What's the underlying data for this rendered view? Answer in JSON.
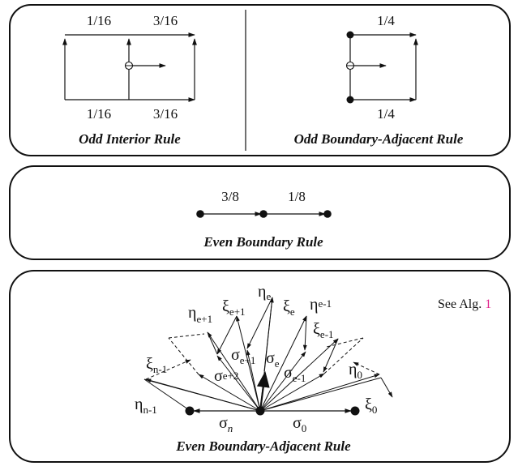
{
  "panels": {
    "odd": {
      "interior": {
        "top_left": "1/16",
        "top_right": "3/16",
        "bottom_left": "1/16",
        "bottom_right": "3/16",
        "caption": "Odd Interior Rule"
      },
      "boundary_adjacent": {
        "top": "1/4",
        "bottom": "1/4",
        "caption": "Odd Boundary-Adjacent Rule"
      }
    },
    "even_boundary": {
      "left": "3/8",
      "right": "1/8",
      "caption": "Even Boundary Rule"
    },
    "even_boundary_adjacent": {
      "note_prefix": "See Alg.",
      "note_ref": "1",
      "note_ref_color": "#e0218a",
      "caption": "Even Boundary-Adjacent Rule",
      "labels": {
        "eta_e": {
          "sym": "η",
          "sub": "e"
        },
        "xi_e1p": {
          "sym": "ξ",
          "sub": "e+1"
        },
        "xi_e": {
          "sym": "ξ",
          "sub": "e"
        },
        "eta_e1m": {
          "sym": "η",
          "sub": "e-1"
        },
        "eta_e1p": {
          "sym": "η",
          "sub": "e+1"
        },
        "xi_e1m": {
          "sym": "ξ",
          "sub": "e-1"
        },
        "xi_n1": {
          "sym": "ξ",
          "sub": "n-1"
        },
        "sigma_e1p": {
          "sym": "σ",
          "sub": "e+1"
        },
        "sigma_e": {
          "sym": "σ",
          "sub": "e"
        },
        "sigma_e2p": {
          "sym": "σ",
          "sub": "e+2"
        },
        "sigma_e1m": {
          "sym": "σ",
          "sub": "e-1"
        },
        "eta_0": {
          "sym": "η",
          "sub": "0"
        },
        "eta_n1": {
          "sym": "η",
          "sub": "n-1"
        },
        "xi_0": {
          "sym": "ξ",
          "sub": "0"
        },
        "sigma_n": {
          "sym": "σ",
          "sub": "n"
        },
        "sigma_0": {
          "sym": "σ",
          "sub": "0"
        }
      }
    }
  }
}
